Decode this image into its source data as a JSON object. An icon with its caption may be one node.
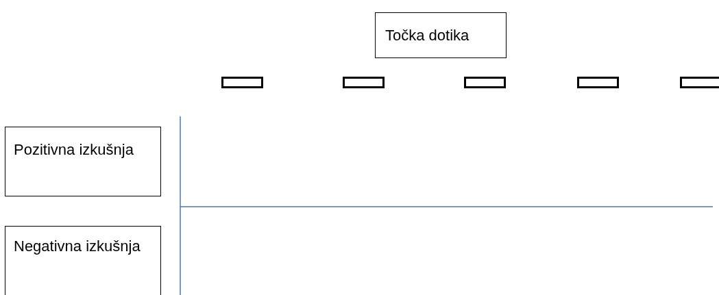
{
  "diagram": {
    "nodes": [
      {
        "text": [
          "Točka dotika"
        ]
      },
      {
        "text": [],
        "shape": "box"
      },
      {
        "text": [],
        "shape": "box"
      },
      {
        "text": [],
        "shape": "box"
      },
      {
        "text": [],
        "shape": "box"
      },
      {
        "text": [],
        "shape": "box"
      },
      {
        "text": [
          "Pozitivna izkušnja"
        ]
      },
      {
        "text": [
          "Negativna izkušnja"
        ]
      }
    ]
  }
}
